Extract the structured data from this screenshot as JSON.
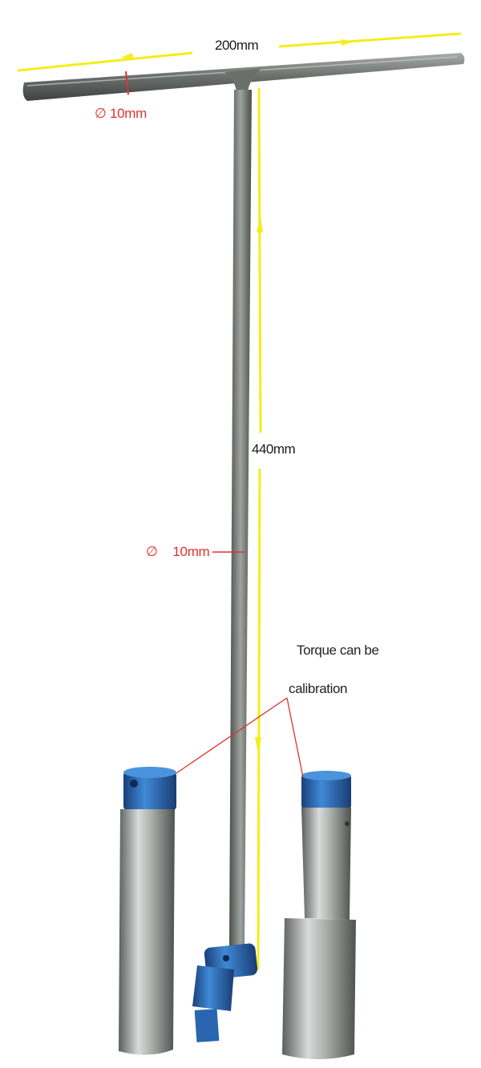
{
  "labels": {
    "width_dim": "200mm",
    "length_dim": "440mm",
    "bar_diameter": "10mm",
    "shaft_diameter": "10mm",
    "diameter_symbol": "∅",
    "note_line1": "Torque can be",
    "note_line2": "calibration"
  },
  "colors": {
    "dimension_line": "#f2ee19",
    "diameter_text": "#e0312f",
    "steel": "#7c817e",
    "blue_anodized": "#2f74bf"
  }
}
